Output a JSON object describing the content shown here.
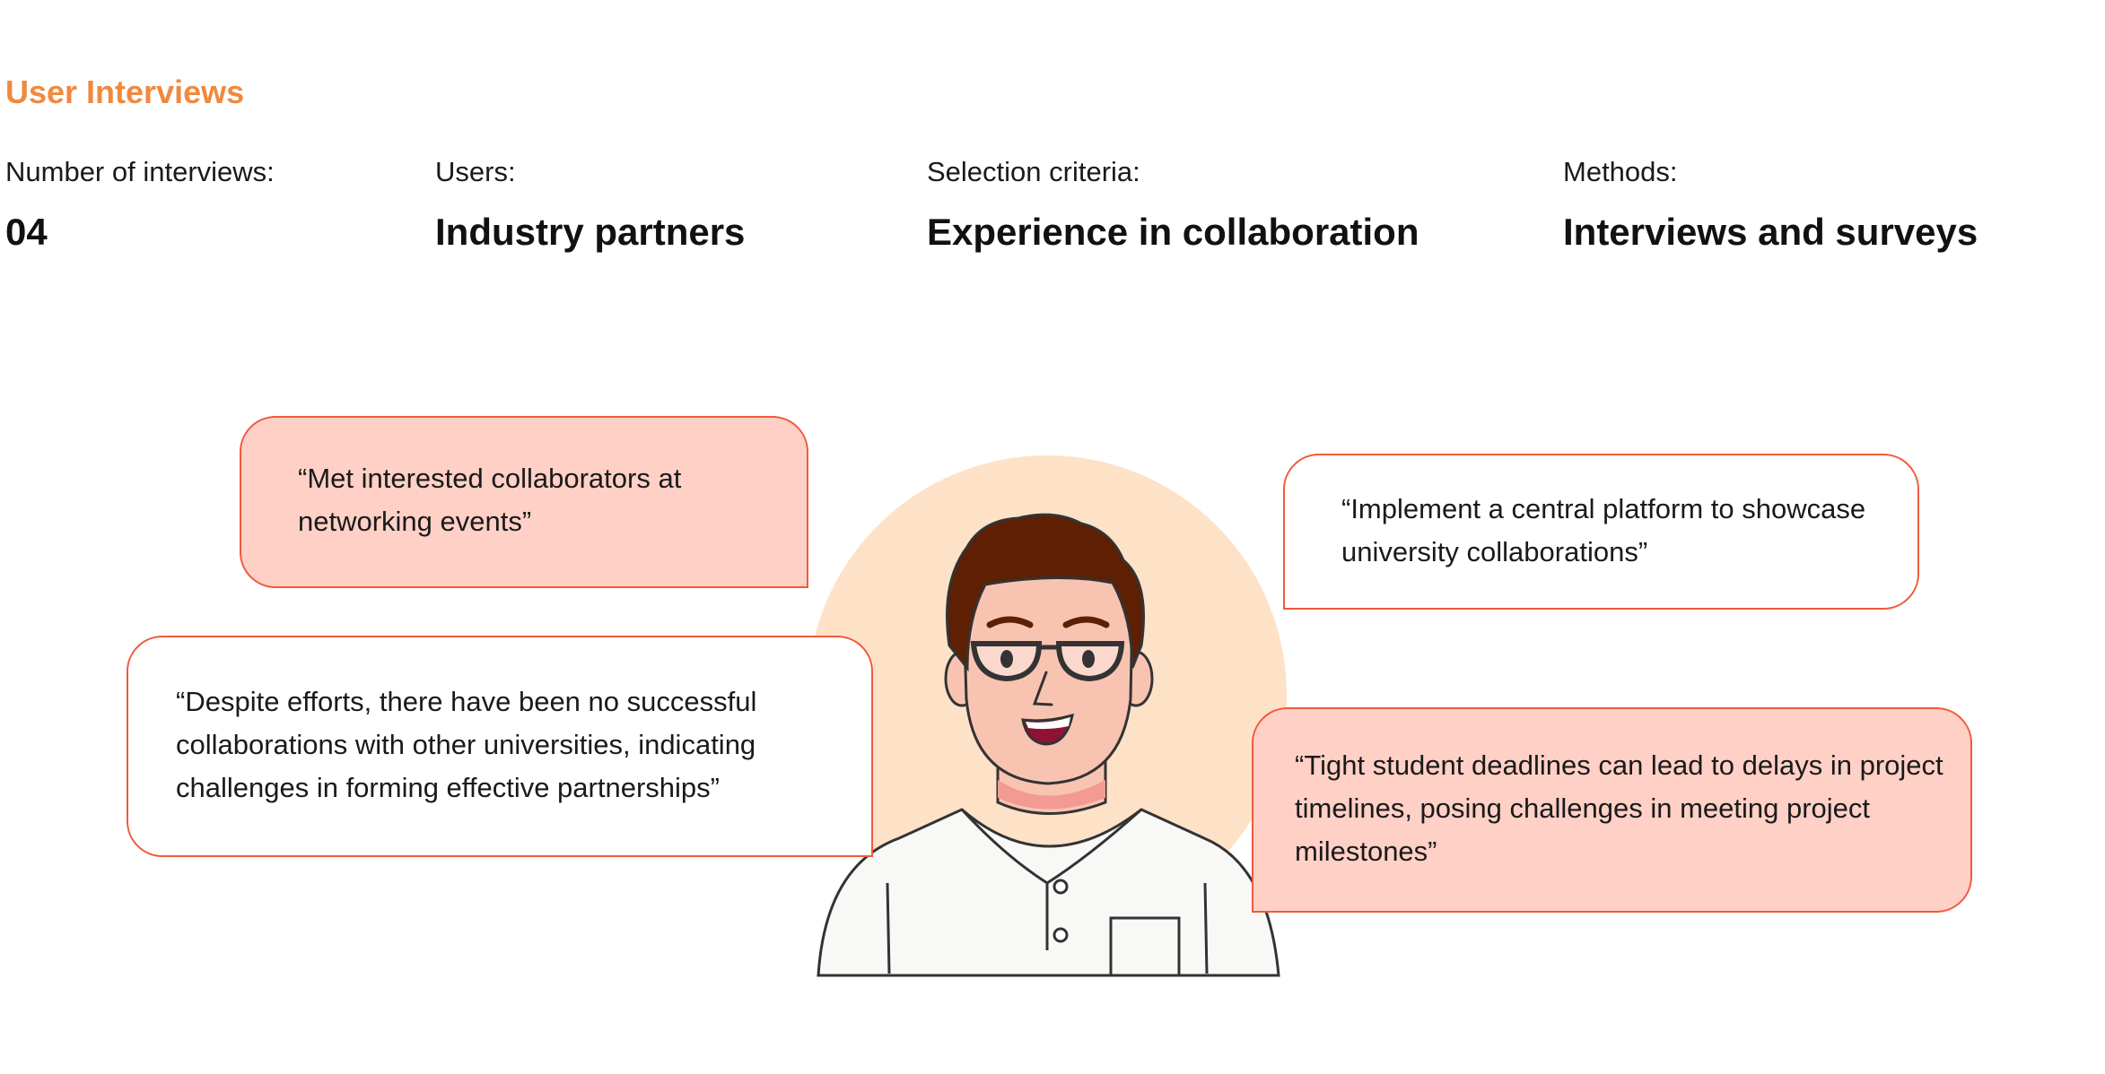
{
  "section": {
    "title": "User Interviews"
  },
  "stats": [
    {
      "label": "Number of interviews:",
      "value": "04"
    },
    {
      "label": "Users:",
      "value": "Industry partners"
    },
    {
      "label": "Selection criteria:",
      "value": "Experience in collaboration"
    },
    {
      "label": "Methods:",
      "value": "Interviews and surveys"
    }
  ],
  "quotes": [
    {
      "text": "“Met interested collaborators at networking events”"
    },
    {
      "text": "“Implement a central platform to showcase university collaborations”"
    },
    {
      "text": "“Despite efforts, there have been no successful collaborations with other universities, indicating challenges in forming effective partnerships”"
    },
    {
      "text": "“Tight student deadlines can lead to delays in project timelines, posing challenges in meeting project milestones”"
    }
  ],
  "colors": {
    "accent": "#f0893f",
    "bubble_border": "#f05a3c",
    "bubble_fill": "#ffd0c6",
    "avatar_circle": "#fde2c8"
  }
}
